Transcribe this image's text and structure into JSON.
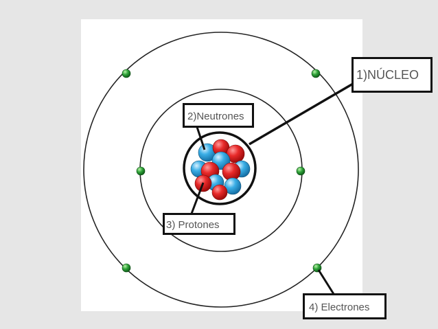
{
  "labels": {
    "nucleo": "1)NÚCLEO",
    "neutrones": "2)Neutrones",
    "protones": "3) Protones",
    "electrones": "4) Electrones"
  },
  "colors": {
    "slide_background": "#e6e6e6",
    "orbit": "#222222",
    "electron": "#2e9a3a",
    "proton": "#e02424",
    "neutron": "#35a7e0",
    "label_border": "#111111",
    "label_text": "#555555"
  },
  "counts": {
    "electrons_inner_orbit": 2,
    "electrons_outer_orbit": 4
  }
}
